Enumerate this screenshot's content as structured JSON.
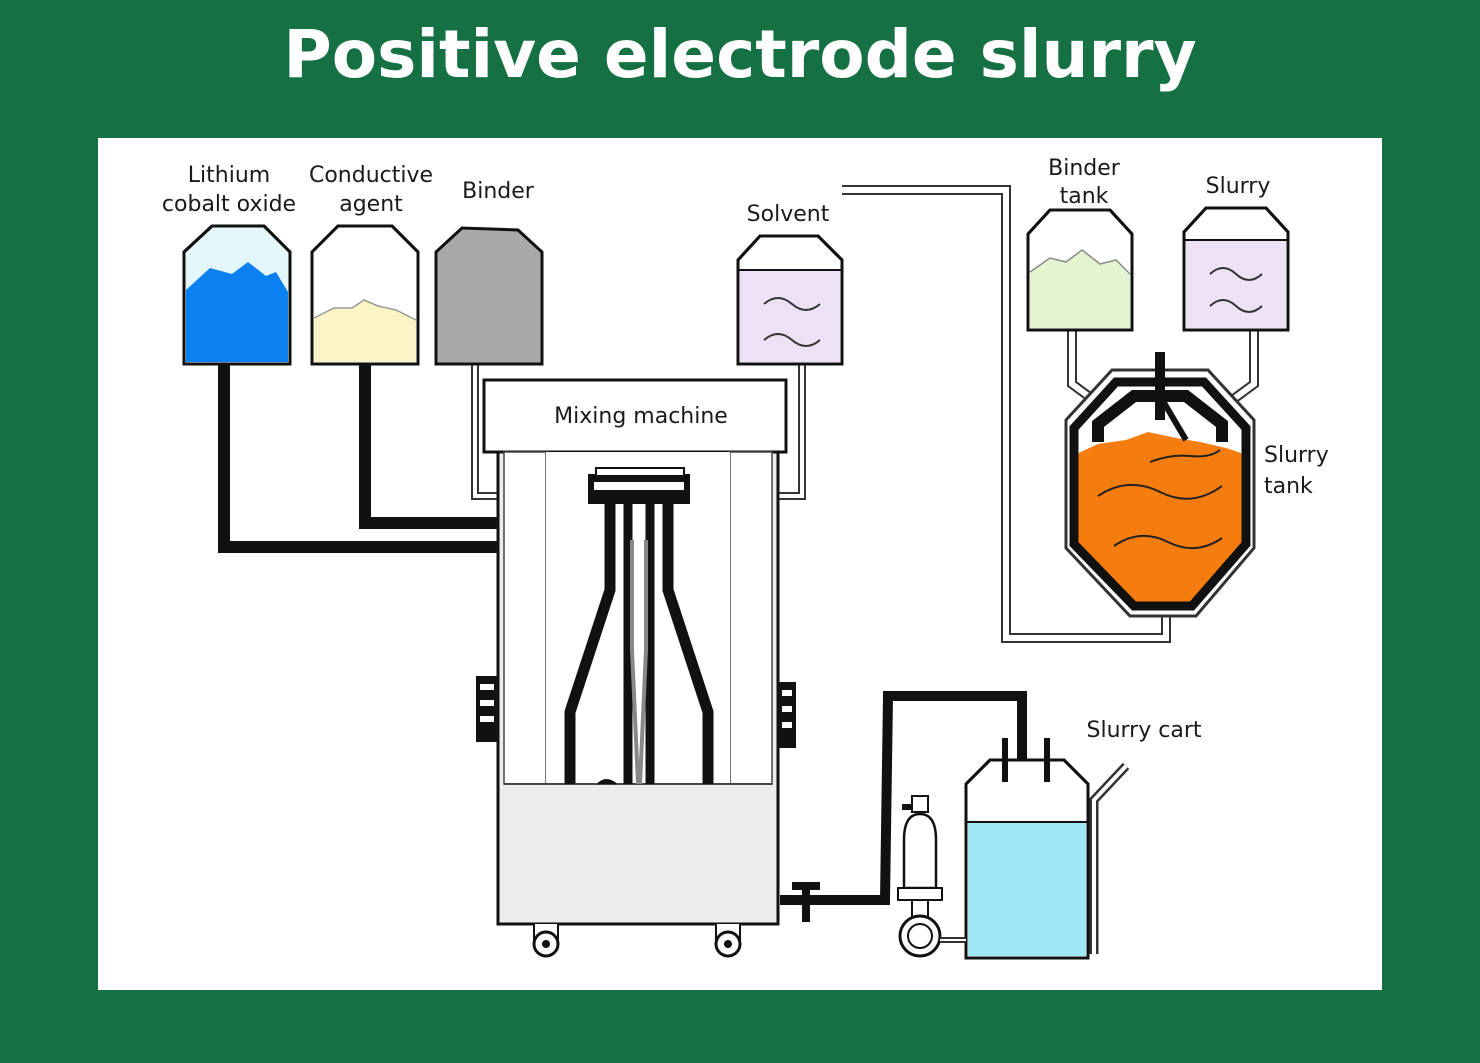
{
  "title": "Positive electrode slurry",
  "labels": {
    "lithium_line1": "Lithium",
    "lithium_line2": "cobalt oxide",
    "conductive_line1": "Conductive",
    "conductive_line2": "agent",
    "binder": "Binder",
    "solvent": "Solvent",
    "binder_tank_line1": "Binder",
    "binder_tank_line2": "tank",
    "slurry": "Slurry",
    "slurry_tank_line1": "Slurry",
    "slurry_tank_line2": "tank",
    "mixing_machine": "Mixing machine",
    "slurry_cart": "Slurry cart"
  },
  "colors": {
    "background": "#157043",
    "lithium_cobalt_oxide": "#0a7ff0",
    "conductive_agent": "#fbf4c6",
    "binder": "#a9a9a9",
    "solvent": "#ece1f5",
    "binder_tank": "#e4f4d2",
    "slurry": "#ece1f5",
    "slurry_tank": "#f57c0e",
    "slurry_cart": "#9fe6f7",
    "machine_body": "#ececec"
  }
}
